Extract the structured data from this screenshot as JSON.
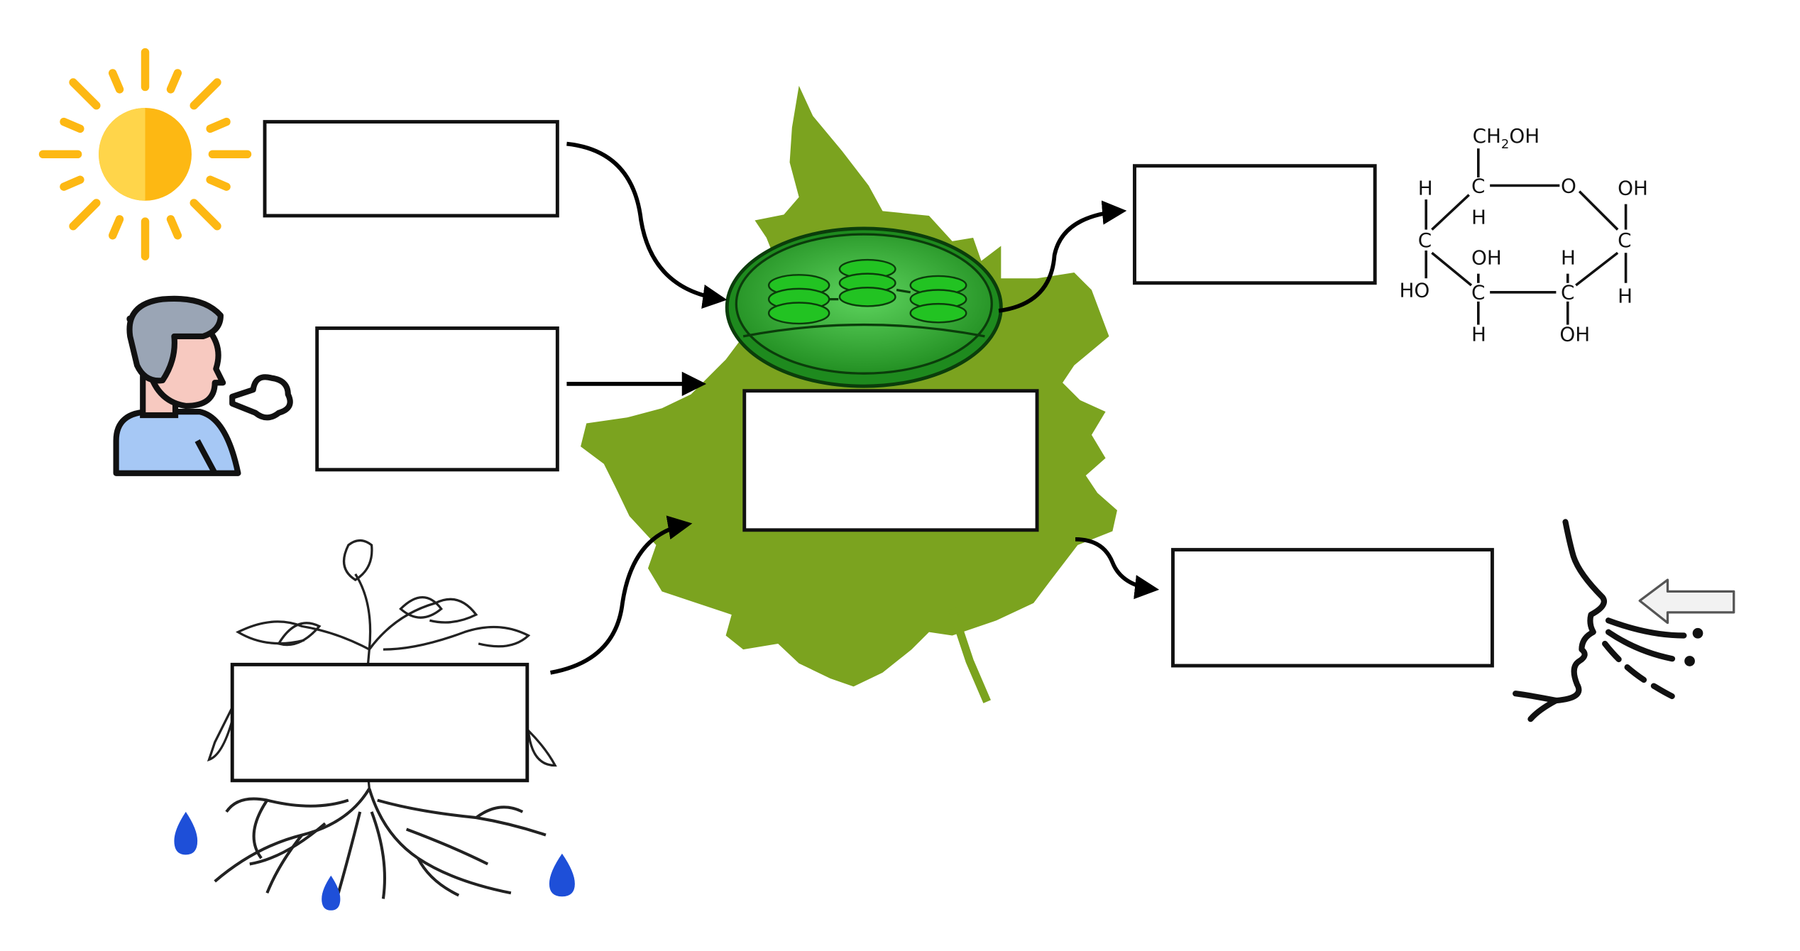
{
  "diagram": {
    "blank_boxes": [
      {
        "id": "sunlight-box",
        "text": ""
      },
      {
        "id": "carbon-dioxide-box",
        "text": ""
      },
      {
        "id": "water-box",
        "text": ""
      },
      {
        "id": "process-box",
        "text": ""
      },
      {
        "id": "glucose-box",
        "text": ""
      },
      {
        "id": "oxygen-box",
        "text": ""
      }
    ],
    "glucose_structure": {
      "ch2oh_main": "CH",
      "ch2oh_sub": "2",
      "ch2oh_tail": "OH",
      "carbon": "C",
      "hydrogen": "H",
      "oxygen": "O",
      "hydroxyl": "OH",
      "hydroxyl_left": "HO"
    },
    "colors": {
      "leaf": "#7BA31F",
      "sun": "#FDB813",
      "water_drop": "#1E4FD8",
      "chloroplast": "#3DBB3D",
      "person_shirt": "#A6C8F5",
      "person_skin": "#F7C9C0",
      "person_hair": "#9AA5B5",
      "arrow": "#000000"
    }
  }
}
